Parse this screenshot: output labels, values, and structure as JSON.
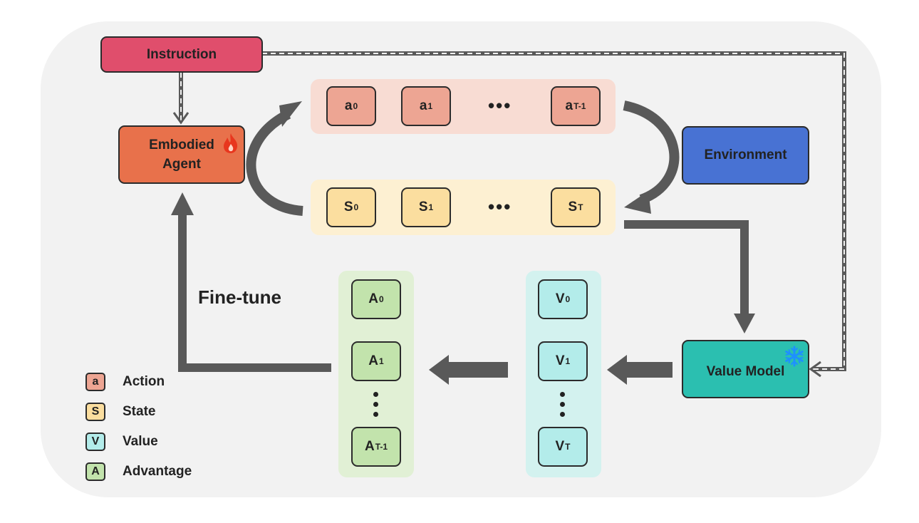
{
  "nodes": {
    "instruction": "Instruction",
    "agent_line1": "Embodied",
    "agent_line2": "Agent",
    "environment": "Environment",
    "value_model": "Value Model",
    "fine_tune": "Fine-tune"
  },
  "actions": {
    "tokens": [
      {
        "base": "a",
        "sub": "0"
      },
      {
        "base": "a",
        "sub": "1"
      },
      {
        "base": "a",
        "sub": "T-1"
      }
    ],
    "ellipsis": "•••"
  },
  "states": {
    "tokens": [
      {
        "base": "S",
        "sub": "0"
      },
      {
        "base": "S",
        "sub": "1"
      },
      {
        "base": "S",
        "sub": "T"
      }
    ],
    "ellipsis": "•••"
  },
  "advantages": {
    "tokens": [
      {
        "base": "A",
        "sub": "0"
      },
      {
        "base": "A",
        "sub": "1"
      },
      {
        "base": "A",
        "sub": "T-1"
      }
    ]
  },
  "values": {
    "tokens": [
      {
        "base": "V",
        "sub": "0"
      },
      {
        "base": "V",
        "sub": "1"
      },
      {
        "base": "V",
        "sub": "T"
      }
    ]
  },
  "legend": [
    {
      "symbol": "a",
      "label": "Action",
      "color": "#eda593"
    },
    {
      "symbol": "S",
      "label": "State",
      "color": "#fbde9f"
    },
    {
      "symbol": "V",
      "label": "Value",
      "color": "#b3ecea"
    },
    {
      "symbol": "A",
      "label": "Advantage",
      "color": "#c2e3ac"
    }
  ],
  "colors": {
    "instruction": "#e04e6c",
    "agent": "#e8714b",
    "environment": "#4872d3",
    "value_model": "#2bbfb0",
    "action_strip": "#f8dcd3",
    "state_strip": "#fdf0d2",
    "advantage_strip": "#e1f0d5",
    "value_strip": "#d3f2ef",
    "arrow": "#595959",
    "fire": "#e8361e",
    "snowflake": "#1e90ff"
  },
  "icons": {
    "trainable": "fire-icon",
    "frozen": "snowflake-icon"
  }
}
